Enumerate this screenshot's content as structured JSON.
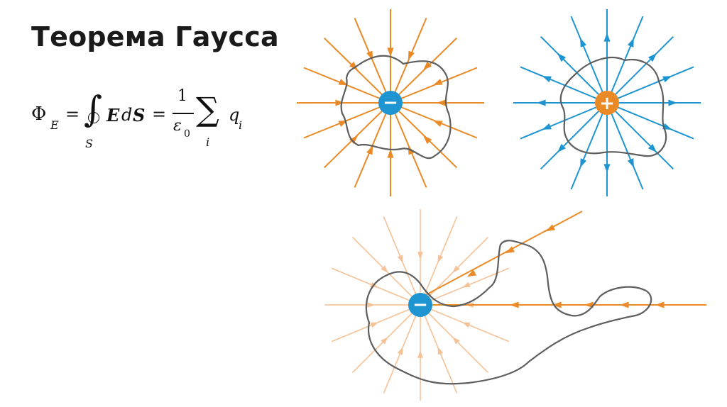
{
  "slide": {
    "title": "Теорема Гаусса"
  },
  "formula": {
    "phi": "Φ",
    "phi_sub": "E",
    "equals": "=",
    "integral_sub": "S",
    "E": "E",
    "d": "d",
    "S": "S",
    "numerator": "1",
    "epsilon": "ε",
    "epsilon_sub": "0",
    "sum_sub": "i",
    "q": "q",
    "q_sub": "i"
  },
  "charges": {
    "negative_symbol": "−",
    "positive_symbol": "+"
  },
  "colors": {
    "orange": "#ea8a26",
    "orange_light": "#f5c196",
    "blue": "#1e95d1",
    "surface": "#5e5e5e"
  }
}
